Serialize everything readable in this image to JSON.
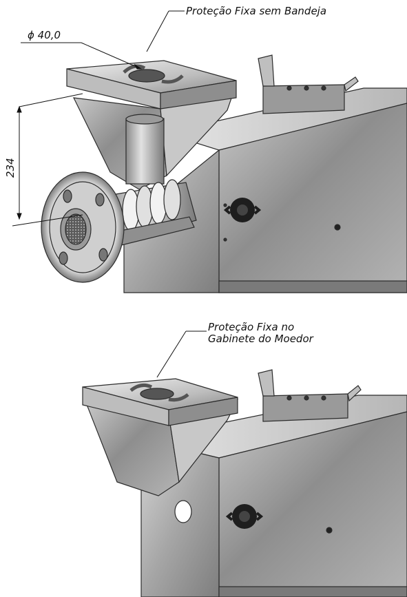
{
  "figure_top": {
    "callout_label": "Proteção Fixa sem Bandeja",
    "diameter_label": "ϕ 40,0",
    "height_label": "234"
  },
  "figure_bottom": {
    "callout_label_line1": "Proteção Fixa no",
    "callout_label_line2": "Gabinete do Moedor"
  },
  "colors": {
    "steel_light": "#d9d9d9",
    "steel_mid": "#a9a9a9",
    "steel_dark": "#6f6f6f",
    "outline": "#2b2b2b",
    "knob": "#1e1e1e"
  }
}
